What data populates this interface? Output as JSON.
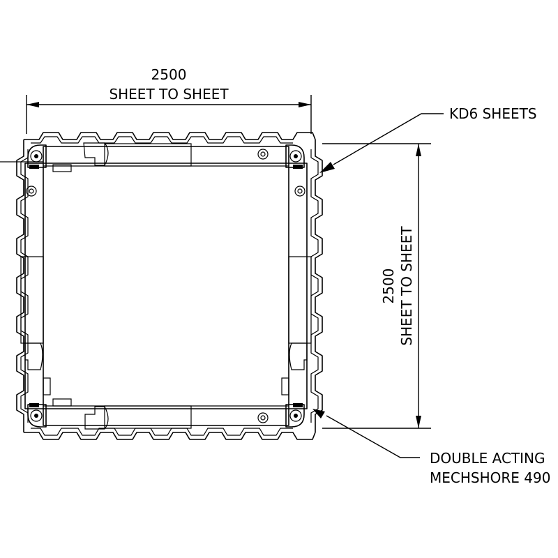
{
  "top_dimension": {
    "value": "2500",
    "label": "SHEET TO SHEET"
  },
  "side_dimension": {
    "value": "2500",
    "label": "SHEET TO SHEET"
  },
  "callouts": {
    "sheets": "KD6 SHEETS",
    "shore_line1": "DOUBLE ACTING",
    "shore_line2": "MECHSHORE 490"
  }
}
